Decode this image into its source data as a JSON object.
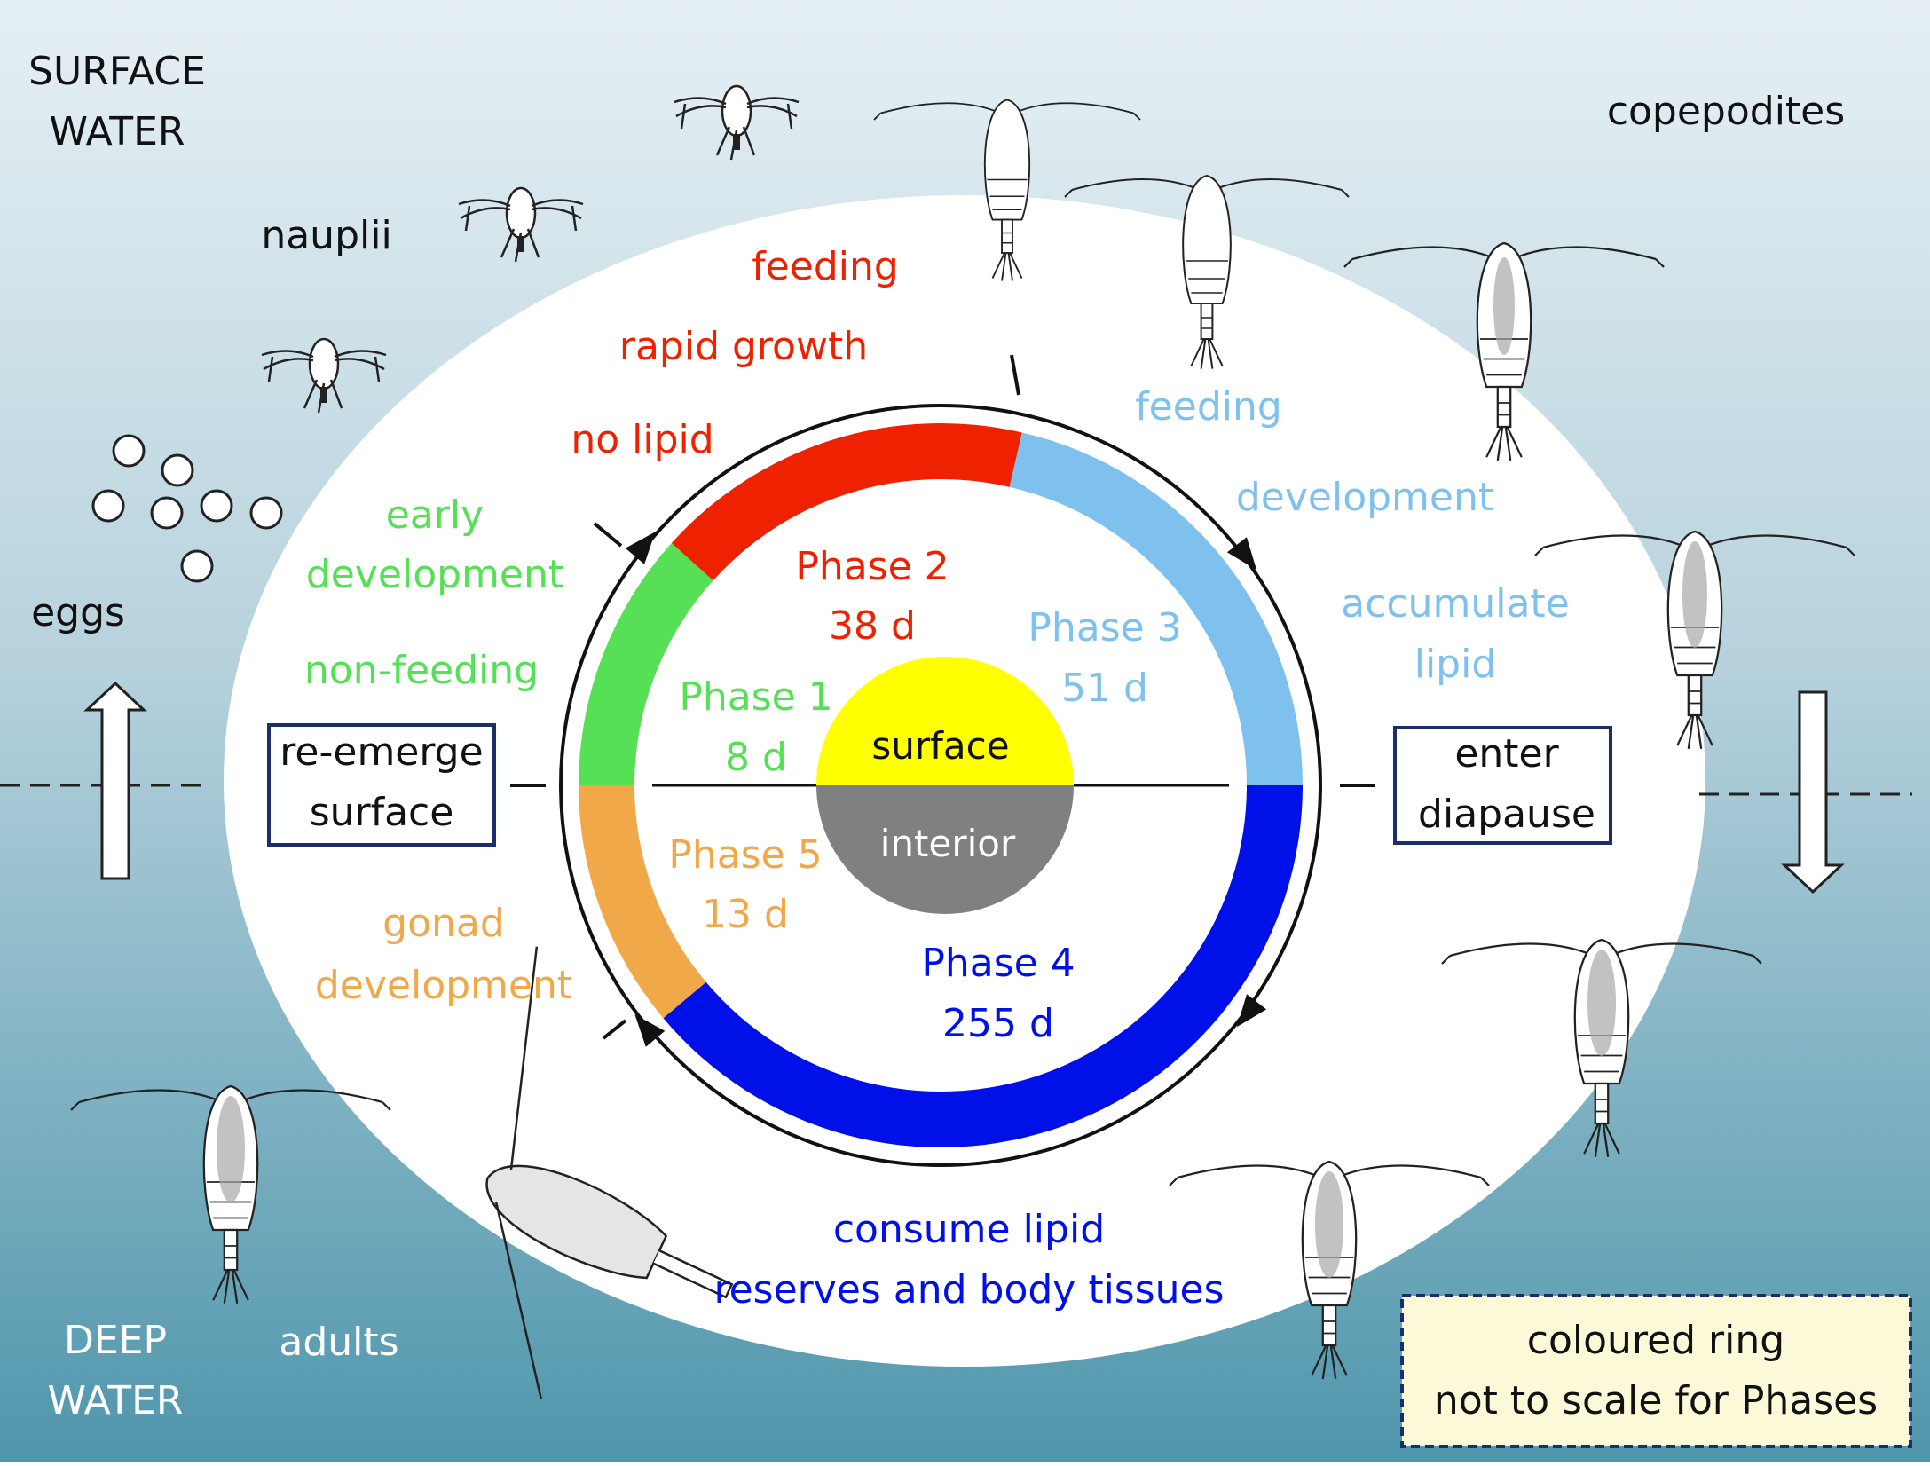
{
  "corner": {
    "surface": [
      "SURFACE",
      "WATER"
    ],
    "deep": [
      "DEEP",
      "WATER"
    ]
  },
  "stages": {
    "nauplii": "nauplii",
    "copepodites": "copepodites",
    "eggs": "eggs",
    "adults": "adults"
  },
  "phases": [
    {
      "name": "Phase 1",
      "duration": "8 d",
      "color": "#55e055"
    },
    {
      "name": "Phase 2",
      "duration": "38 d",
      "color": "#ee2200"
    },
    {
      "name": "Phase 3",
      "duration": "51 d",
      "color": "#7fc1ee"
    },
    {
      "name": "Phase 4",
      "duration": "255 d",
      "color": "#0010e8"
    },
    {
      "name": "Phase 5",
      "duration": "13 d",
      "color": "#f0a848"
    }
  ],
  "center": {
    "surface": "surface",
    "interior": "interior",
    "surface_color": "#ffff00",
    "interior_color": "#808080"
  },
  "annotations": {
    "phase1": [
      "early",
      "development",
      "non-feeding"
    ],
    "phase2": [
      "feeding",
      "rapid growth",
      "no lipid"
    ],
    "phase3a": [
      "feeding",
      "development"
    ],
    "phase3b": [
      "accumulate",
      "lipid"
    ],
    "phase4": [
      "consume lipid",
      "reserves and body tissues"
    ],
    "phase5": [
      "gonad",
      "development"
    ]
  },
  "boxes": {
    "reemerge": [
      "re-emerge",
      "surface"
    ],
    "diapause": [
      "enter",
      "diapause"
    ]
  },
  "note": [
    "coloured ring",
    "not to scale for Phases"
  ]
}
